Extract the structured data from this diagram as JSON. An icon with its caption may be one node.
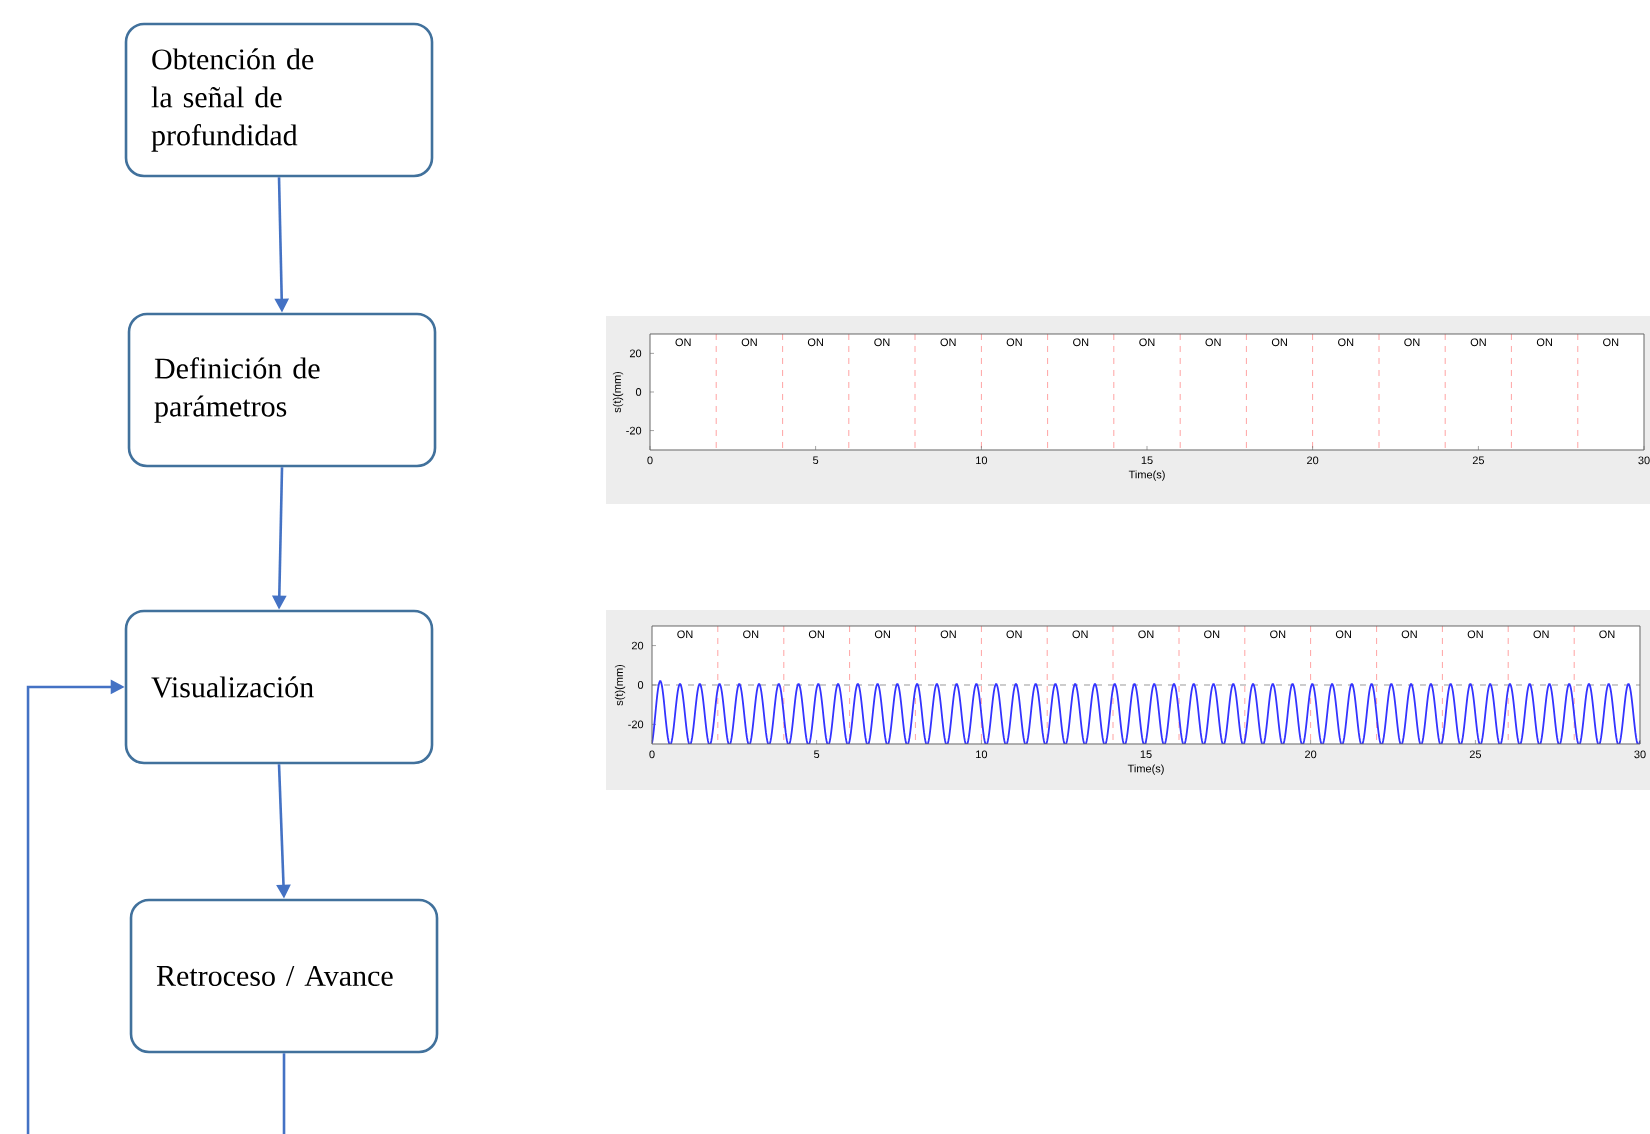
{
  "diagram": {
    "nodes": [
      {
        "text": [
          "Obtención de la señal de profundidad"
        ]
      },
      {
        "text": [
          "Definición de parámetros"
        ]
      },
      {
        "text": [
          "Visualización"
        ]
      },
      {
        "text": [
          "Retroceso / Avance"
        ]
      }
    ],
    "edges": [
      {
        "from": 0,
        "to": 1,
        "arrow": "to"
      },
      {
        "from": 1,
        "to": 2,
        "arrow": "to"
      },
      {
        "from": 2,
        "to": 3,
        "arrow": "to"
      },
      {
        "from": 3,
        "to": null,
        "arrow": "none"
      },
      {
        "from": null,
        "to": 2,
        "arrow": "to"
      }
    ],
    "labels": [
      "s(t)(mm)",
      "20",
      "0",
      "-20",
      "0",
      "5",
      "10",
      "15",
      "20",
      "25",
      "30",
      "Time(s)",
      "ON",
      "ON",
      "ON",
      "ON",
      "ON",
      "ON",
      "ON",
      "ON",
      "ON",
      "ON",
      "ON",
      "ON",
      "ON",
      "ON",
      "ON",
      "s(t)(mm)",
      "20",
      "0",
      "-20",
      "0",
      "5",
      "10",
      "15",
      "20",
      "25",
      "30",
      "Time(s)",
      "ON",
      "ON",
      "ON",
      "ON",
      "ON",
      "ON",
      "ON",
      "ON",
      "ON",
      "ON",
      "ON",
      "ON",
      "ON",
      "ON",
      "ON"
    ]
  }
}
